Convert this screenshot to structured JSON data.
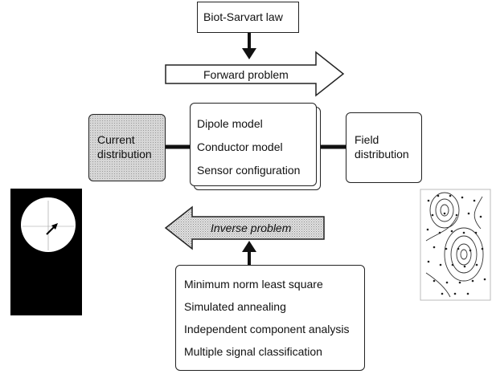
{
  "biot_savart": "Biot-Sarvart law",
  "forward_problem": "Forward problem",
  "inverse_problem": "Inverse problem",
  "current_box": {
    "line1": "Current",
    "line2": "distribution"
  },
  "field_box": {
    "line1": "Field",
    "line2": "distribution"
  },
  "model_box": [
    "Dipole model",
    "Conductor model",
    "Sensor configuration"
  ],
  "methods_box": [
    "Minimum norm least square",
    "Simulated annealing",
    "Independent component analysis",
    "Multiple signal classification"
  ],
  "colors": {
    "stroke": "#222222",
    "shade": "#d9d9d9",
    "inverse_fill": "#cfcfcf",
    "black": "#000000"
  }
}
